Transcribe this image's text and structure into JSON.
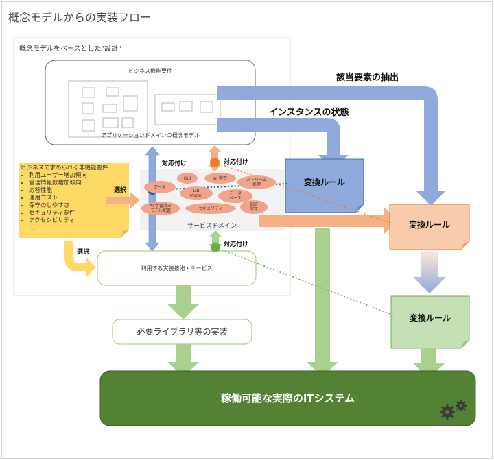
{
  "title": "概念モデルからの実装フロー",
  "panel_title": "概念モデルをベースとした\"設計\"",
  "business_box": {
    "title": "ビジネス機能要件",
    "caption": "アプリケーションドメインの概念モデル"
  },
  "nonfunctional": {
    "title": "ビジネスで求められる非機能要件",
    "items": [
      "利用ユーザー増加傾向",
      "管理情報数増加傾向",
      "応答性能",
      "運用コスト",
      "保守のしやすさ",
      "セキュリティ要件",
      "アクセシビリティ",
      "…"
    ]
  },
  "service_domain": {
    "label": "サービスドメイン",
    "ellipses": [
      "アーキ",
      "GUI",
      "AI 学習",
      "ストリーム\n処理",
      "DB\nModel",
      "データ\nベース",
      "AI 学習済み\nモデル配置",
      "セキュリティ",
      "認証\n認可"
    ]
  },
  "tech_box": "利用する実装技術・サービス",
  "library_box": "必要ライブラリ等の実装",
  "system_box": "稼働可能な実際のITシステム",
  "labels": {
    "extract": "該当要素の抽出",
    "instance": "インスタンスの状態",
    "map1": "対応付け",
    "map2": "対応付け",
    "map3": "対応付け",
    "select1": "選択",
    "select2": "選択"
  },
  "rules": {
    "blue": "変換ルール",
    "orange": "変換ルール",
    "green": "変換ルール"
  },
  "colors": {
    "blue": "#8faadc",
    "orange": "#f4b183",
    "green": "#a9d18e",
    "dark_green": "#548235",
    "note_yellow": "#ffd966",
    "dot_blue": "#2f5597",
    "dot_orange": "#ed7d31",
    "dot_green": "#70ad47"
  },
  "icons": [
    "gears-icon"
  ]
}
